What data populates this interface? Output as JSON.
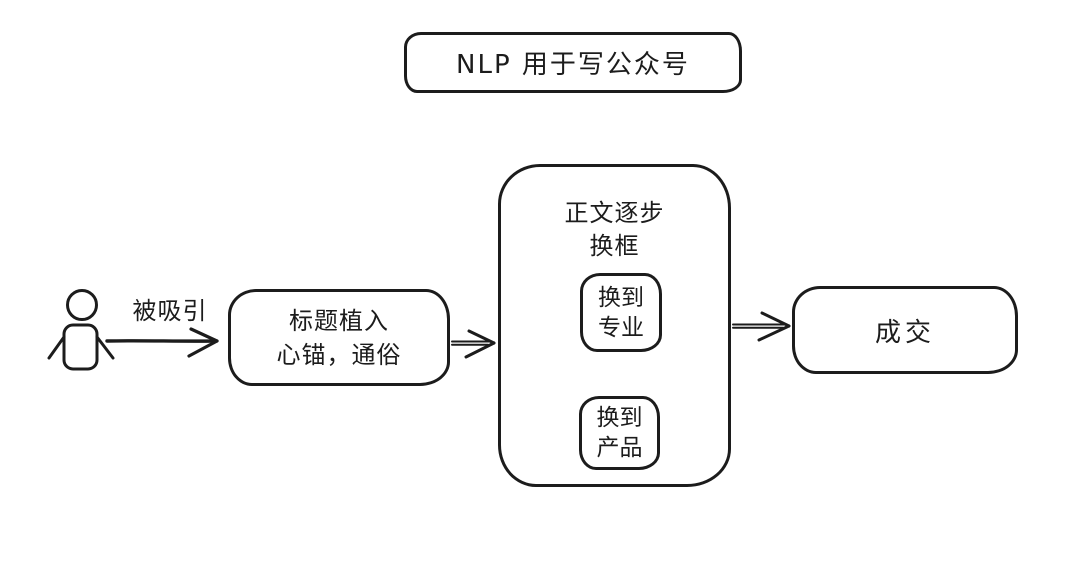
{
  "page": {
    "background_color": "#ffffff",
    "stroke_color": "#1c1c1c"
  },
  "title_box": {
    "label": "NLP 用于写公众号"
  },
  "flow": {
    "actor_icon": "person-figure-icon",
    "attract_arrow_label": "被吸引",
    "hook_box": {
      "line1": "标题植入",
      "line2": "心锚，通俗"
    },
    "body_box": {
      "line1": "正文逐步",
      "line2": "换框",
      "pro_box": {
        "line1": "换到",
        "line2": "专业"
      },
      "product_box": {
        "line1": "换到",
        "line2": "产品"
      }
    },
    "deal_box": {
      "label": "成交"
    }
  }
}
